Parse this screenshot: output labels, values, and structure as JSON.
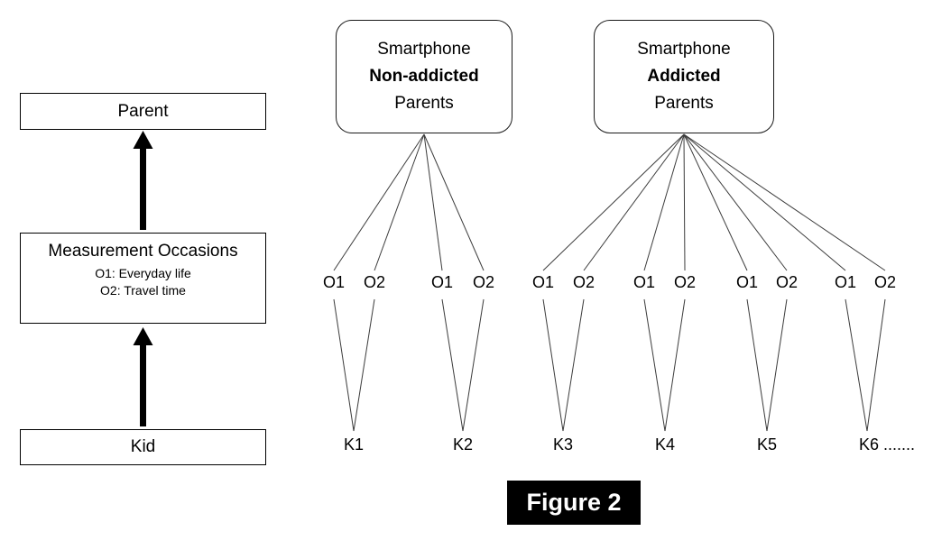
{
  "left_panel": {
    "parent_box": "Parent",
    "measurement_box": {
      "title": "Measurement Occasions",
      "line1": "O1: Everyday life",
      "line2": "O2: Travel time"
    },
    "kid_box": "Kid"
  },
  "diagram": {
    "occasion_labels": [
      "O1",
      "O2"
    ],
    "groups": [
      {
        "title_top": "Smartphone",
        "title_bold": "Non-addicted",
        "title_bottom": "Parents",
        "kids": [
          "K1",
          "K2"
        ]
      },
      {
        "title_top": "Smartphone",
        "title_bold": "Addicted",
        "title_bottom": "Parents",
        "kids": [
          "K3",
          "K4",
          "K5",
          "K6 ......."
        ]
      }
    ]
  },
  "caption": "Figure 2"
}
